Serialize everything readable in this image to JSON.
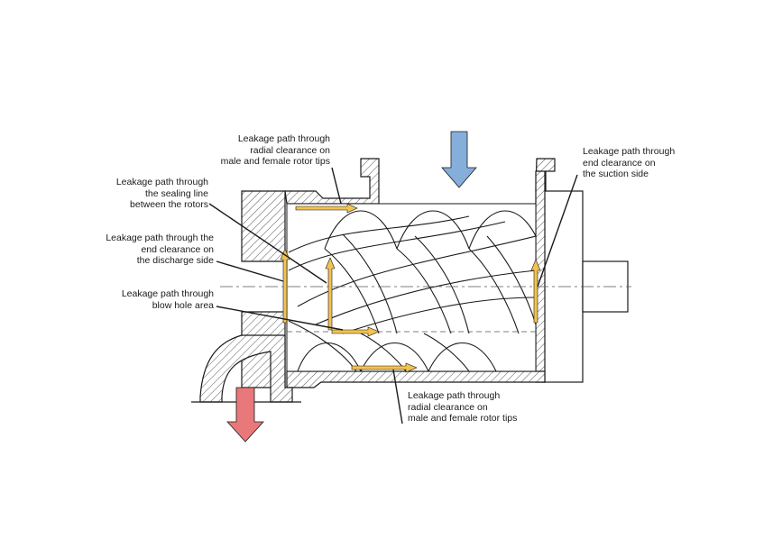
{
  "labels": {
    "top_radial": [
      "Leakage path through",
      "radial clearance on",
      "male and female rotor tips"
    ],
    "sealing_line": [
      "Leakage path through",
      "the sealing line",
      "between the rotors"
    ],
    "end_discharge": [
      "Leakage path through the",
      "end clearance on",
      "the discharge side"
    ],
    "blow_hole": [
      "Leakage path through",
      "blow hole area"
    ],
    "end_suction": [
      "Leakage path through",
      "end clearance on",
      "the suction side"
    ],
    "bottom_radial": [
      "Leakage path through",
      "radial clearance on",
      "male and female rotor tips"
    ]
  },
  "colors": {
    "inlet_arrow": "#86aedb",
    "outlet_arrow": "#e8787a",
    "leak_arrow": "#f2c350",
    "outline": "#1a1a1a"
  }
}
